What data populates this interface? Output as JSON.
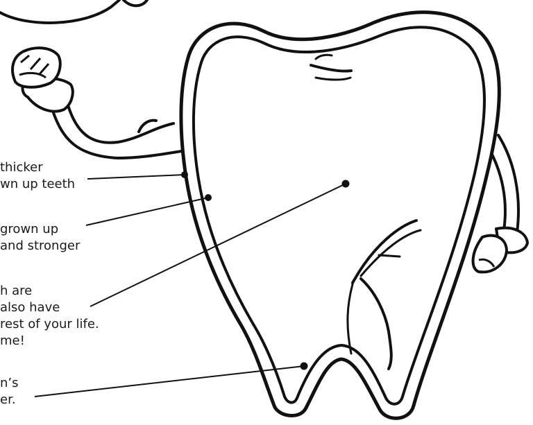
{
  "labels": [
    {
      "lines": [
        "thicker",
        "wn up teeth"
      ]
    },
    {
      "lines": [
        "grown up",
        " and stronger"
      ]
    },
    {
      "lines": [
        "h are",
        "also have",
        "rest of your life.",
        "me!"
      ]
    },
    {
      "lines": [
        "n’s",
        "er."
      ]
    }
  ],
  "colors": {
    "ink": "#111111",
    "paper": "#ffffff"
  },
  "icons": [
    "tooth-character-illustration",
    "fist-icon",
    "hand-on-hip-icon"
  ]
}
